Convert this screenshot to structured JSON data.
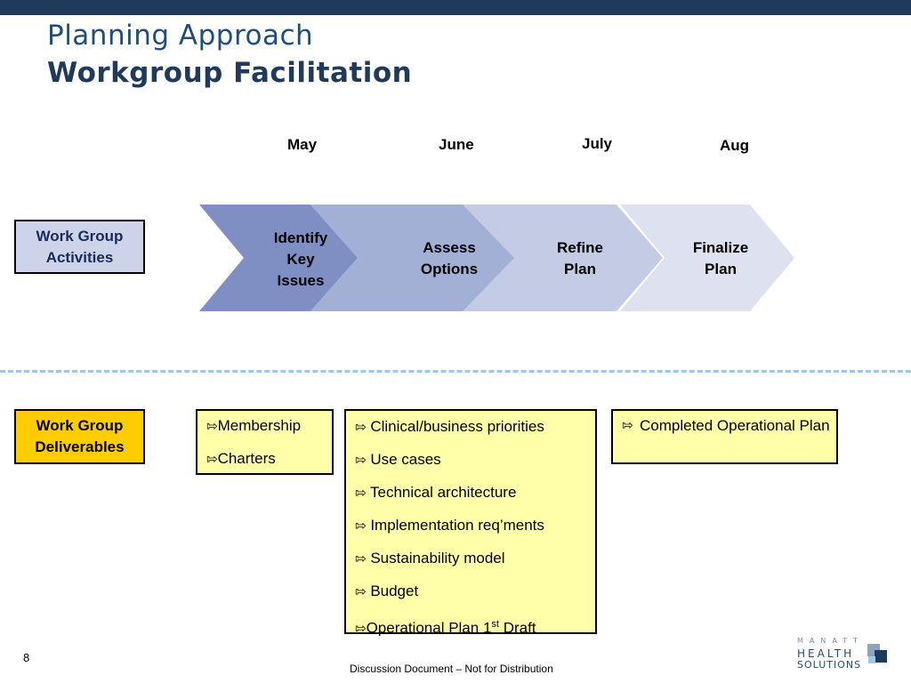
{
  "header": {
    "title": "Planning Approach",
    "subtitle": "Workgroup Facilitation"
  },
  "months": [
    "May",
    "June",
    "July",
    "Aug"
  ],
  "row_labels": {
    "activities": "Work Group Activities",
    "activities_line1": "Work Group",
    "activities_line2": "Activities",
    "deliverables_line1": "Work Group",
    "deliverables_line2": "Deliverables"
  },
  "chevrons": [
    {
      "line1": "Identify",
      "line2": "Key",
      "line3": "Issues",
      "color": "#7f8fc4"
    },
    {
      "line1": "Assess",
      "line2": "Options",
      "color": "#a3b0d6"
    },
    {
      "line1": "Refine",
      "line2": "Plan",
      "color": "#c4cbe4"
    },
    {
      "line1": "Finalize",
      "line2": "Plan",
      "color": "#dde1f0"
    }
  ],
  "deliverables": {
    "arrow_icon": "⇰",
    "col1": [
      "Membership",
      "Charters"
    ],
    "col2": [
      "Clinical/business priorities",
      "Use cases",
      "Technical architecture",
      "Implementation req’ments",
      "Sustainability model",
      "Budget"
    ],
    "col2_last_prefix": "Operational Plan 1",
    "col2_last_sup": "st",
    "col2_last_suffix": " Draft",
    "col3": "Completed Operational Plan"
  },
  "footer": {
    "page_number": "8",
    "note": "Discussion Document – Not for Distribution",
    "logo_line1": "MANATT",
    "logo_line2": "HEALTH",
    "logo_line3": "SOLUTIONS"
  },
  "colors": {
    "topbar": "#1f3a5a",
    "title": "#1f4e79",
    "activities_fill": "#cdd3e8",
    "deliverables_fill": "#ffcc00",
    "deliverable_box_fill": "#ffffaa",
    "divider": "#9dc8e8"
  }
}
